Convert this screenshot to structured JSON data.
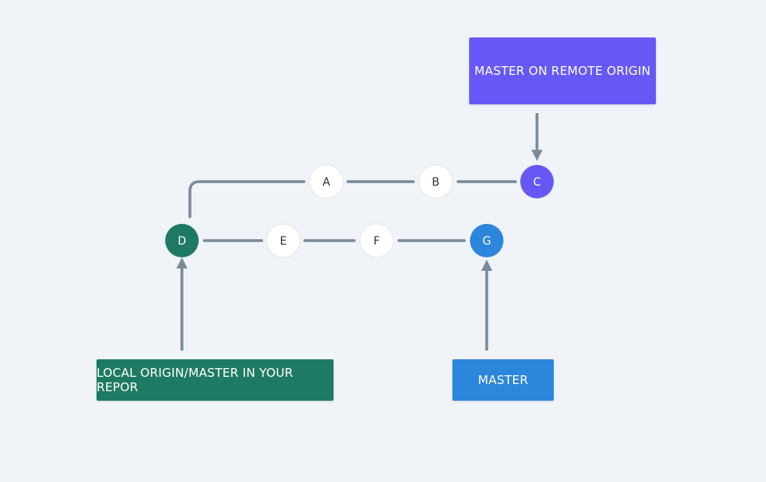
{
  "colors": {
    "background": "#f0f3f7",
    "line": "#7a8a99",
    "remote": "#6758f6",
    "local": "#1f7a63",
    "master": "#2c86dc",
    "node_fill": "#ffffff",
    "node_text": "#2a3440"
  },
  "labels": {
    "remote": "MASTER ON REMOTE ORIGIN",
    "local": "LOCAL ORIGIN/MASTER IN YOUR REPOR",
    "master": "MASTER"
  },
  "commits": {
    "a": "A",
    "b": "B",
    "c": "C",
    "d": "D",
    "e": "E",
    "f": "F",
    "g": "G"
  }
}
